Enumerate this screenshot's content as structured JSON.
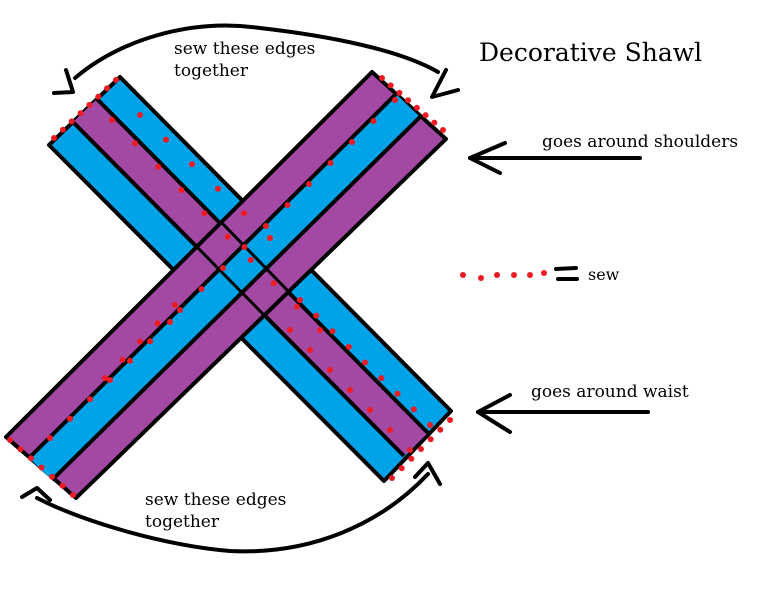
{
  "title": "Decorative Shawl",
  "annotations": {
    "top_edges": [
      "sew these edges",
      "together"
    ],
    "bottom_edges": [
      "sew these edges",
      "together"
    ],
    "shoulders": "goes around shoulders",
    "waist": "goes around waist"
  },
  "legend": {
    "equals_symbol": "=",
    "sew_label": "sew"
  },
  "colors": {
    "blue_fabric": "#00A2E8",
    "purple_fabric": "#A349A4",
    "stitch_red": "#ED1C24",
    "outline": "#000000"
  }
}
